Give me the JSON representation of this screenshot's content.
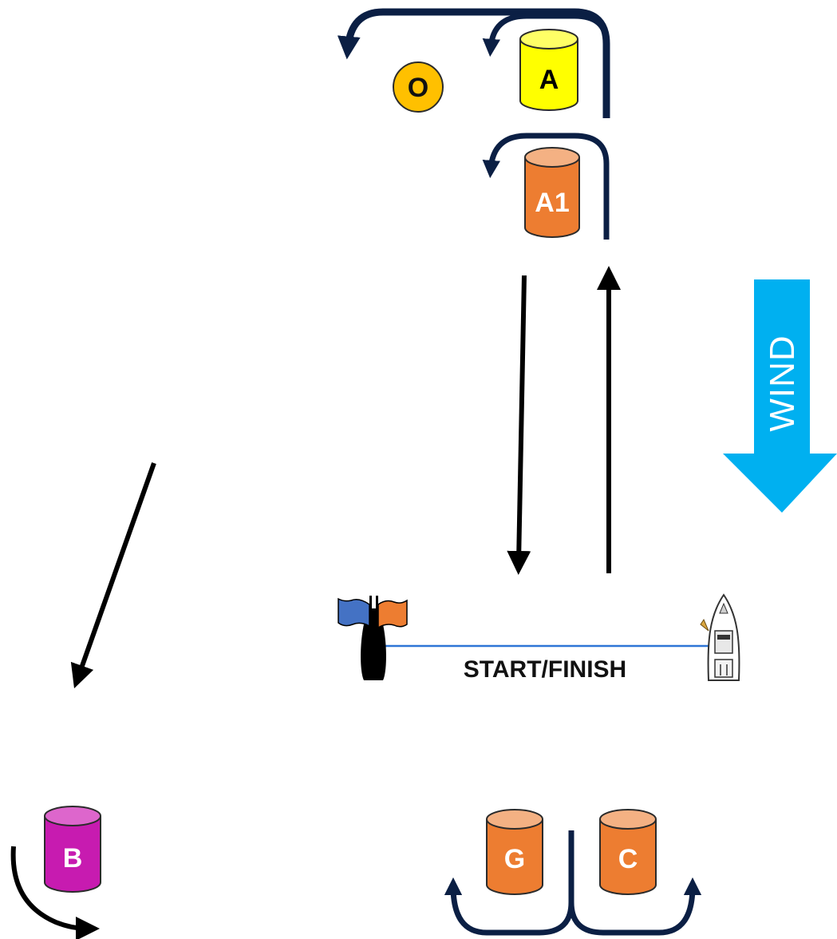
{
  "colors": {
    "route_arrow": "#0b1f44",
    "leg_arrow": "#000000",
    "wind": "#00b0f0",
    "start_line": "#2e75d6",
    "mark_yellow": "#ffff00",
    "mark_orange": "#ed7d31",
    "mark_magenta": "#c71bb0",
    "offset_mark": "#ffc000"
  },
  "marks": {
    "a": {
      "label": "A",
      "color": "yellow"
    },
    "a1": {
      "label": "A1",
      "color": "orange"
    },
    "offset": {
      "label": "O",
      "color": "amber",
      "shape": "circle"
    },
    "b": {
      "label": "B",
      "color": "magenta"
    },
    "g": {
      "label": "G",
      "color": "orange"
    },
    "c": {
      "label": "C",
      "color": "orange"
    }
  },
  "start_finish": {
    "label": "START/FINISH"
  },
  "wind": {
    "label": "WIND",
    "direction": "down"
  },
  "icons": [
    "pin-end-flags-icon",
    "committee-boat-icon",
    "wind-arrow-icon"
  ]
}
